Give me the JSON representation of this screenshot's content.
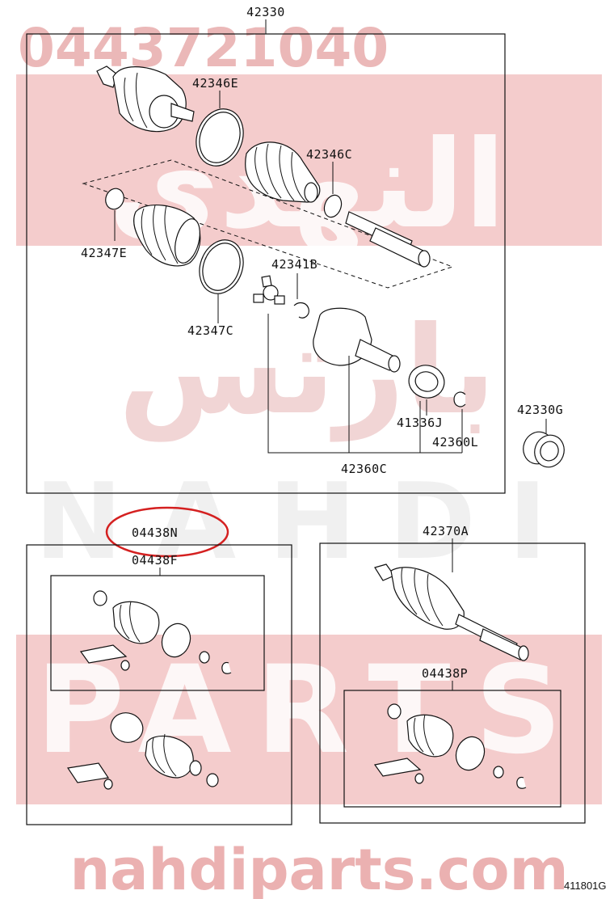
{
  "watermark": {
    "phone": "0443721040",
    "arabic_top": "النهدي",
    "arabic_mid": "بارتس",
    "latin_1": "NAHDI",
    "latin_2": "PARTS",
    "website": "nahdiparts.com",
    "color": "#e8a4a4",
    "band_color": "#f3c6c6"
  },
  "figure_id": "411801G",
  "highlight_color": "#d42020",
  "labels": {
    "assembly_main": "42330",
    "boot_clamp_e": "42346E",
    "boot_clamp_c": "42346C",
    "inner_clamp_e": "42347E",
    "inner_clamp_c": "42347C",
    "snap_ring_b": "42341B",
    "seal_j": "41336J",
    "snap_ring_l": "42360L",
    "inner_joint_c": "42360C",
    "bearing_g": "42330G",
    "boot_kit_n": "04438N",
    "boot_kit_f": "04438F",
    "outer_assy_a": "42370A",
    "boot_kit_p": "04438P"
  }
}
